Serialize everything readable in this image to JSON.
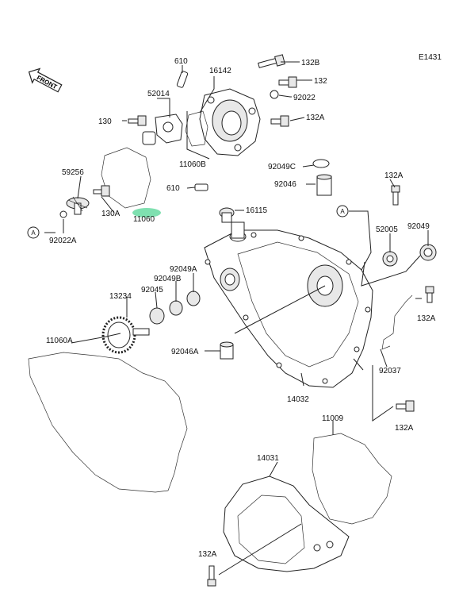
{
  "diagram_code": "E1431",
  "front_label": "FRONT",
  "callout_A": "A",
  "labels": {
    "p610a": "610",
    "p132b": "132B",
    "p16142": "16142",
    "p132": "132",
    "p52014": "52014",
    "p92022a": "92022",
    "p130": "130",
    "p132a_top": "132A",
    "p11060b": "11060B",
    "p59256": "59256",
    "p610b": "610",
    "p92049c": "92049C",
    "p92046": "92046",
    "p132a_r1": "132A",
    "p130a": "130A",
    "p11060": "11060",
    "p16115": "16115",
    "p92022a_b": "92022A",
    "p52005": "52005",
    "p92049": "92049",
    "p92049a": "92049A",
    "p92049b": "92049B",
    "p13234": "13234",
    "p92045": "92045",
    "p132a_r2": "132A",
    "p11060a": "11060A",
    "p92046a": "92046A",
    "p92037": "92037",
    "p14032": "14032",
    "p11009": "11009",
    "p132a_r3": "132A",
    "p14031": "14031",
    "p132a_bot": "132A"
  },
  "highlight_color": "#7fe0b0"
}
